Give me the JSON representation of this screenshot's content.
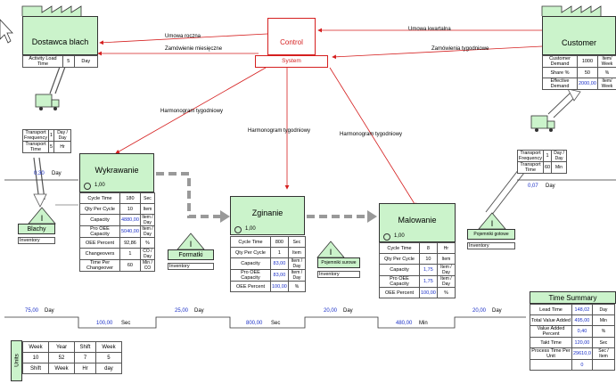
{
  "control": {
    "title": "Control",
    "system": "System"
  },
  "supplier": {
    "name": "Dostawca blach",
    "param_label": "Activity Load Time",
    "param_value": "5",
    "param_unit": "Day"
  },
  "customer": {
    "name": "Customer",
    "rows": [
      {
        "label": "Customer Demand",
        "value": "1000",
        "unit": "Item/ Week"
      },
      {
        "label": "Share %",
        "value": "50",
        "unit": "%"
      },
      {
        "label": "Effective Demand",
        "value": "2000,00",
        "unit": "Item/ Week"
      }
    ]
  },
  "info_flows": {
    "annual": "Umowa kwartalna",
    "yearly_contract": "Umowa roczna",
    "monthly_order": "Zamówienie miesięczne",
    "weekly_orders": "Zamówienia tygodniowe",
    "sched1": "Harmonogram tygodniowy",
    "sched2": "Harmonogram tygodniowy",
    "sched3": "Harmonogram tygodniowy"
  },
  "transport_in": {
    "rows": [
      {
        "label": "Transport Frequency",
        "value": "1",
        "unit": "Day / Day"
      },
      {
        "label": "Transport Time",
        "value": "5",
        "unit": "Hr"
      }
    ]
  },
  "transport_out": {
    "rows": [
      {
        "label": "Transport Frequency",
        "value": "1",
        "unit": "Day / Day"
      },
      {
        "label": "Transport Time",
        "value": "60",
        "unit": "Min"
      }
    ]
  },
  "inventories": {
    "blachy": {
      "name": "Blachy",
      "label": "Inventory"
    },
    "formatki": {
      "name": "Formatki",
      "label": "Inventory"
    },
    "pojemniki_surowe": {
      "name": "Pojemniki surowe",
      "label": "Inventory"
    },
    "pojemniki_gotowe": {
      "name": "Pojemniki gotowe",
      "label": "Inventory"
    }
  },
  "processes": {
    "wykrawanie": {
      "name": "Wykrawanie",
      "ops": "1,00",
      "rows": [
        {
          "label": "Cycle Time",
          "value": "180",
          "unit": "Sec",
          "blue": false
        },
        {
          "label": "Qty Per Cycle",
          "value": "10",
          "unit": "Item",
          "blue": false
        },
        {
          "label": "Capacity",
          "value": "4880,00",
          "unit": "Item / Day",
          "blue": true
        },
        {
          "label": "Pro OEE Capacity",
          "value": "5040,00",
          "unit": "Item / Day",
          "blue": true
        },
        {
          "label": "OEE Percent",
          "value": "92,86",
          "unit": "%",
          "blue": false
        },
        {
          "label": "Changeovers",
          "value": "1",
          "unit": "CO / Day",
          "blue": false
        },
        {
          "label": "Time Per Changeover",
          "value": "60",
          "unit": "Min / CO",
          "blue": false
        }
      ]
    },
    "zginanie": {
      "name": "Zginanie",
      "ops": "1,00",
      "rows": [
        {
          "label": "Cycle Time",
          "value": "800",
          "unit": "Sec",
          "blue": false
        },
        {
          "label": "Qty Per Cycle",
          "value": "1",
          "unit": "Item",
          "blue": false
        },
        {
          "label": "Capacity",
          "value": "83,00",
          "unit": "Item / Day",
          "blue": true
        },
        {
          "label": "Pro OEE Capacity",
          "value": "83,00",
          "unit": "Item / Day",
          "blue": true
        },
        {
          "label": "OEE Percent",
          "value": "100,00",
          "unit": "%",
          "blue": true
        }
      ]
    },
    "malowanie": {
      "name": "Malowanie",
      "ops": "1,00",
      "rows": [
        {
          "label": "Cycle Time",
          "value": "8",
          "unit": "Hr",
          "blue": false
        },
        {
          "label": "Qty Per Cycle",
          "value": "10",
          "unit": "Item",
          "blue": false
        },
        {
          "label": "Capacity",
          "value": "1,75",
          "unit": "Item / Day",
          "blue": true
        },
        {
          "label": "Pro OEE Capacity",
          "value": "1,75",
          "unit": "Item / Day",
          "blue": true
        },
        {
          "label": "OEE Percent",
          "value": "100,00",
          "unit": "%",
          "blue": true
        }
      ]
    }
  },
  "timeline": {
    "days": [
      "0,30",
      "75,00",
      "25,00",
      "20,00",
      "20,00",
      "0,07"
    ],
    "day_unit": "Day",
    "proc": [
      "100,00",
      "800,00",
      "480,00"
    ],
    "proc_units": [
      "Sec",
      "Sec",
      "Min"
    ]
  },
  "time_summary": {
    "title": "Time Summary",
    "rows": [
      {
        "label": "Lead Time",
        "value": "148,02",
        "unit": "Day"
      },
      {
        "label": "Total Value Added",
        "value": "495,00",
        "unit": "Min"
      },
      {
        "label": "Value Added Percent",
        "value": "0,40",
        "unit": "%"
      },
      {
        "label": "Takt Time",
        "value": "120,00",
        "unit": "Sec"
      },
      {
        "label": "Process Time Per Unit",
        "value": "29610,0",
        "unit": "Sec / Item"
      },
      {
        "label": "",
        "value": "0",
        "unit": ""
      }
    ]
  },
  "units": {
    "title": "Units",
    "rows": [
      [
        "Week",
        "Year",
        "Shift",
        "Week"
      ],
      [
        "10",
        "52",
        "7",
        "5"
      ],
      [
        "Shift",
        "Week",
        "Hr",
        "day"
      ]
    ]
  }
}
